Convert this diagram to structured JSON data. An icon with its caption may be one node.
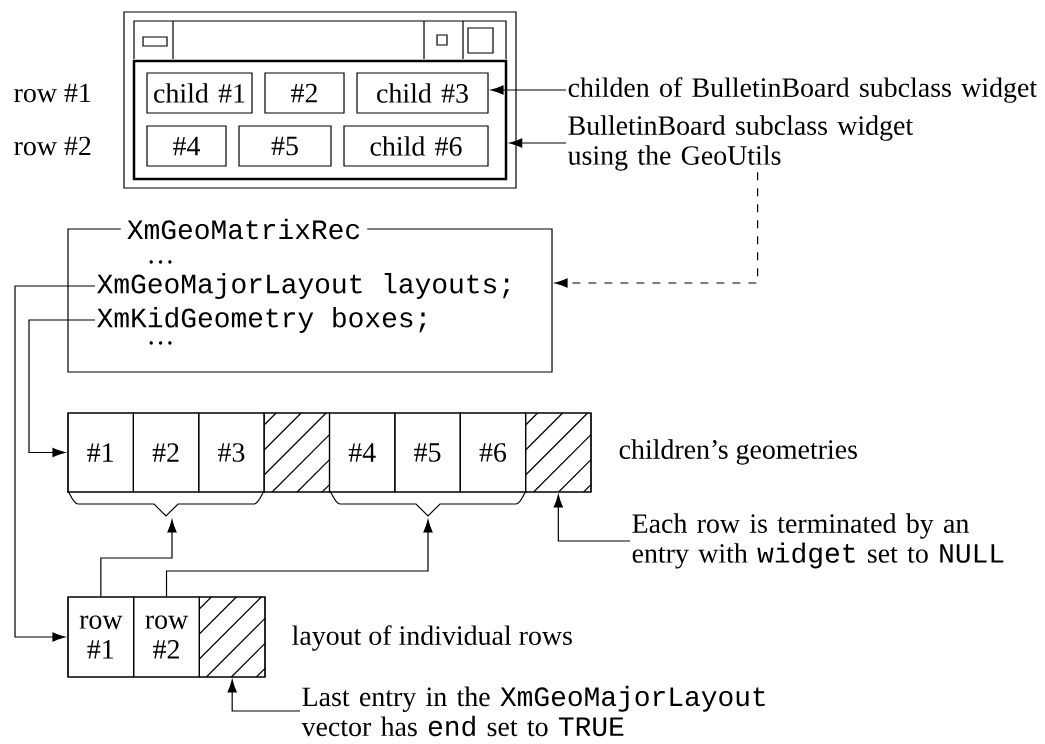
{
  "diagram": {
    "nodes": [
      {
        "text": [],
        "shape": "picture"
      },
      {
        "text": [],
        "shape": "box",
        "in": 0
      },
      {
        "text": [
          "child #1"
        ],
        "in": 1
      },
      {
        "text": [
          "#2"
        ],
        "in": 1
      },
      {
        "text": [
          "child #3"
        ],
        "in": 1
      },
      {
        "text": [
          "#4"
        ],
        "in": 1
      },
      {
        "text": [
          "#5"
        ],
        "in": 1
      },
      {
        "text": [
          "child #6"
        ],
        "in": 1
      },
      {
        "text": [
          "childen of BulletinBoard subclass widget"
        ]
      },
      {
        "text": [
          "BulletinBoard subclass widget using the GeoUtils"
        ]
      },
      {
        "text": [
          "XmGeoMatrixRec"
        ]
      },
      {
        "text": [
          "XmGeoMajorLayout layouts;"
        ],
        "in": 10
      },
      {
        "text": [
          "XmKidGeometry boxes;"
        ],
        "in": 10
      },
      {
        "text": [],
        "shape": "box"
      },
      {
        "text": [
          "#1"
        ],
        "in": 13
      },
      {
        "text": [
          "#2"
        ],
        "in": 13
      },
      {
        "text": [
          "#3"
        ],
        "in": 13
      },
      {
        "text": [],
        "shape": "box",
        "in": 13
      },
      {
        "text": [
          "#4"
        ],
        "in": 13
      },
      {
        "text": [
          "#5"
        ],
        "in": 13
      },
      {
        "text": [
          "#6"
        ],
        "in": 13
      },
      {
        "text": [],
        "shape": "box",
        "in": 13
      },
      {
        "text": [],
        "shape": "brace"
      },
      {
        "text": [],
        "shape": "brace"
      },
      {
        "text": [
          "Each row is terminated by an entry with",
          "widget",
          "set to",
          "NULL"
        ]
      },
      {
        "text": [],
        "shape": "box"
      },
      {
        "text": [
          "row #1"
        ],
        "in": 25
      },
      {
        "text": [
          "row #2"
        ],
        "in": 25
      },
      {
        "text": [],
        "shape": "box",
        "in": 25
      },
      {
        "text": [
          "Last entry in the",
          "XmGeoMajorLayout",
          "vector has",
          "end",
          "set to",
          "TRUE"
        ]
      }
    ],
    "edges": [
      {
        "from": 8,
        "to": 4,
        "arrow": "to"
      },
      {
        "from": 9,
        "to": 1,
        "arrow": "to"
      },
      {
        "from": 9,
        "to": 10,
        "arrow": "to",
        "style": "dashed"
      },
      {
        "from": 11,
        "to": 26,
        "arrow": "to"
      },
      {
        "from": 12,
        "to": 14,
        "arrow": "to"
      },
      {
        "from": 26,
        "to": 22,
        "arrow": "to"
      },
      {
        "from": 27,
        "to": 23,
        "arrow": "to"
      },
      {
        "from": 24,
        "to": 21,
        "arrow": "to"
      },
      {
        "from": 29,
        "to": 28,
        "arrow": "to"
      }
    ],
    "labels": [
      "row #1",
      "row #2",
      "…",
      "…",
      "children’s geometries",
      "layout of individual rows"
    ]
  }
}
